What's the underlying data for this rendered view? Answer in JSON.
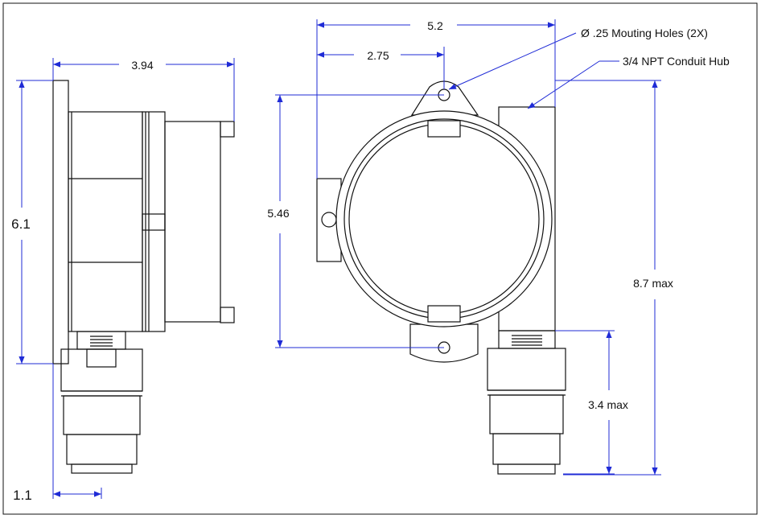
{
  "colors": {
    "dimension_line": "#1f2bd6",
    "outline": "#111111",
    "background": "#ffffff"
  },
  "side_view": {
    "width_label": "3.94",
    "height_label": "6.1",
    "offset_label": "1.1"
  },
  "front_view": {
    "overall_width_label": "5.2",
    "hole_offset_label": "2.75",
    "hole_spacing_label": "5.46",
    "overall_height_label": "8.7 max",
    "sensor_height_label": "3.4 max"
  },
  "callouts": {
    "mounting_holes": "Ø .25 Mouting Holes (2X)",
    "conduit_hub": "3/4 NPT Conduit Hub"
  }
}
